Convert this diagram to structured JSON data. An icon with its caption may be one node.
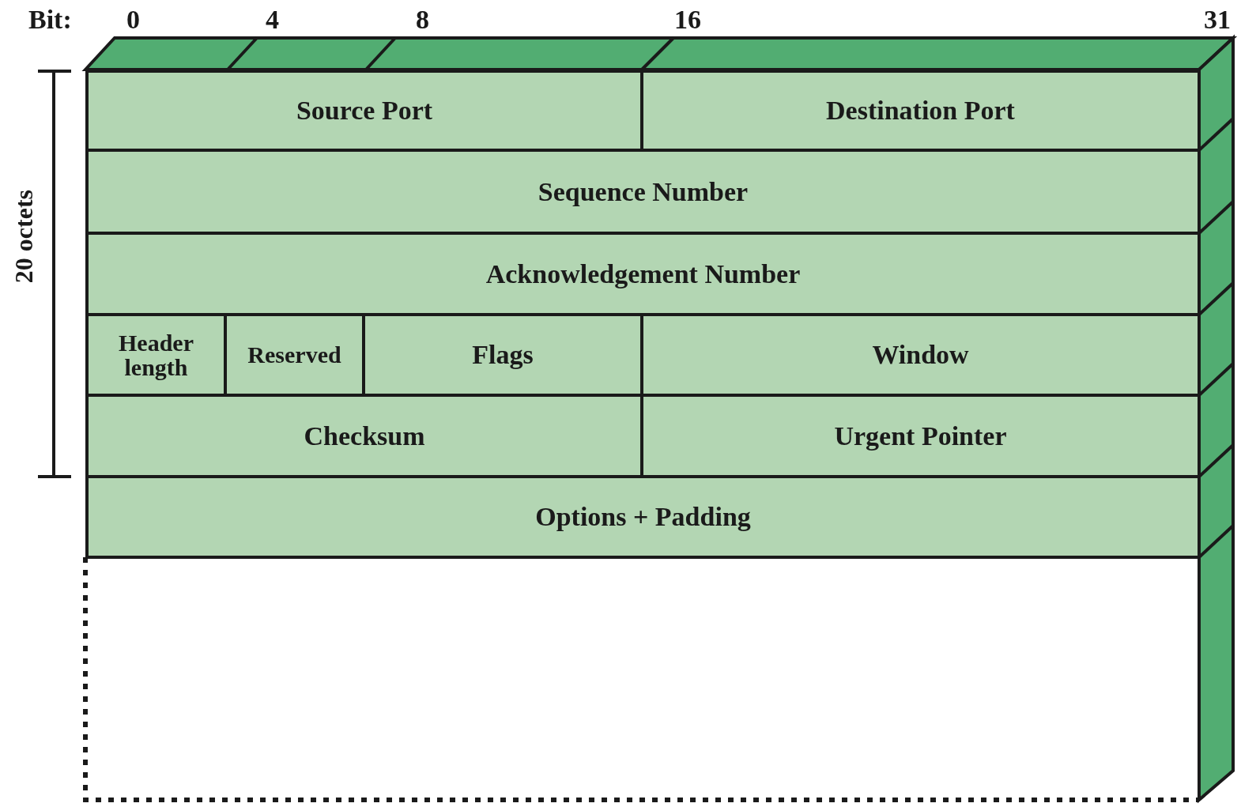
{
  "diagram": {
    "nodes": [
      {
        "text": [
          "Source Port"
        ]
      },
      {
        "text": [
          "Destination Port"
        ]
      },
      {
        "text": [
          "Sequence Number"
        ]
      },
      {
        "text": [
          "Acknowledgement Number"
        ]
      },
      {
        "text": [
          "Header length"
        ]
      },
      {
        "text": [
          "Reserved"
        ]
      },
      {
        "text": [
          "Flags"
        ]
      },
      {
        "text": [
          "Window"
        ]
      },
      {
        "text": [
          "Checksum"
        ]
      },
      {
        "text": [
          "Urgent Pointer"
        ]
      },
      {
        "text": [
          "Options + Padding"
        ]
      }
    ],
    "edges": [],
    "labels": [
      "Bit:",
      "0",
      "4",
      "8",
      "16",
      "31",
      "20 octets"
    ]
  }
}
